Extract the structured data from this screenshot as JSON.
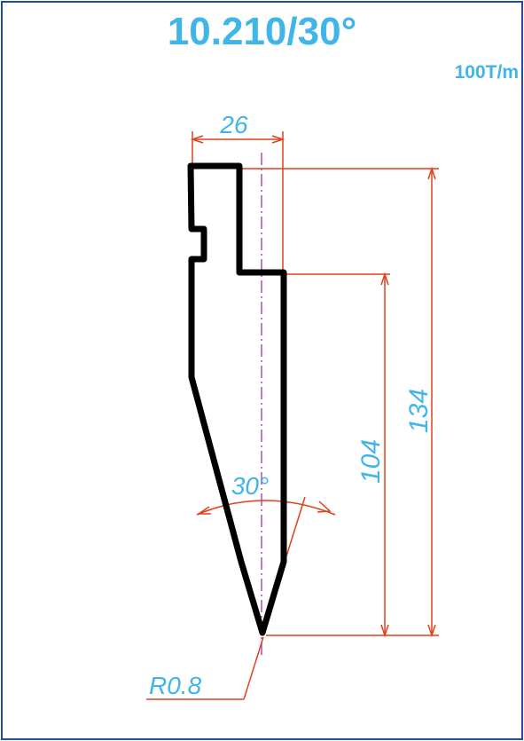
{
  "title": "10.210/30°",
  "capacity": "100T/m",
  "dimensions": {
    "width": "26",
    "height_total": "134",
    "height_blade": "104",
    "angle": "30°",
    "radius": "R0.8"
  },
  "colors": {
    "profile": "#000000",
    "dimension_line": "#e0401c",
    "dimension_text": "#3fb5e8",
    "centerline": "#b04fb5",
    "frame": "#1f4e9b"
  }
}
